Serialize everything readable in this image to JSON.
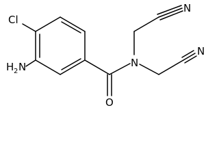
{
  "molecule": {
    "atoms": {
      "chlorine": "Cl",
      "amine_n": "N",
      "amine_h": "H",
      "amine_h_count": "2",
      "amide_n": "N",
      "carbonyl_o": "O",
      "nitrile_n_upper": "N",
      "nitrile_n_lower": "N"
    }
  }
}
